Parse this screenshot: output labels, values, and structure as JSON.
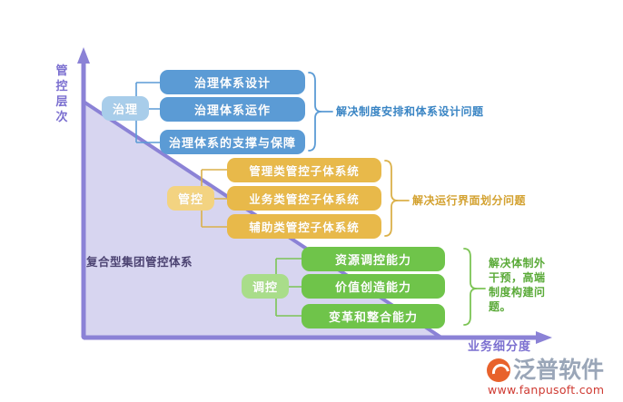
{
  "axes": {
    "y_label": "管控层次",
    "x_label": "业务细分度"
  },
  "triangle": {
    "label": "复合型集团管控体系",
    "fill_color": "#d7d5f0",
    "stroke_color": "#8b82d6"
  },
  "groups": [
    {
      "id": "governance",
      "pill_label": "治理",
      "accent_color": "#5b9bd5",
      "pill_color": "#a8cdea",
      "caption": "解决制度安排和体系设计问题",
      "items": [
        {
          "label": "治理体系设计"
        },
        {
          "label": "治理体系运作"
        },
        {
          "label": "治理体系的支撑与保障"
        }
      ]
    },
    {
      "id": "control",
      "pill_label": "管控",
      "accent_color": "#e8b94a",
      "pill_color": "#f3d381",
      "caption": "解决运行界面划分问题",
      "items": [
        {
          "label": "管理类管控子体系统"
        },
        {
          "label": "业务类管控子体系统"
        },
        {
          "label": "辅助类管控子体系统"
        }
      ]
    },
    {
      "id": "regulation",
      "pill_label": "调控",
      "accent_color": "#6fc44a",
      "pill_color": "#a9dd8a",
      "caption": "解决体制外\n干预，高端\n制度构建问\n题。",
      "items": [
        {
          "label": "资源调控能力"
        },
        {
          "label": "价值创造能力"
        },
        {
          "label": "变革和整合能力"
        }
      ]
    }
  ],
  "watermark": {
    "brand": "泛普软件",
    "url": "www.fanpusoft.com"
  }
}
